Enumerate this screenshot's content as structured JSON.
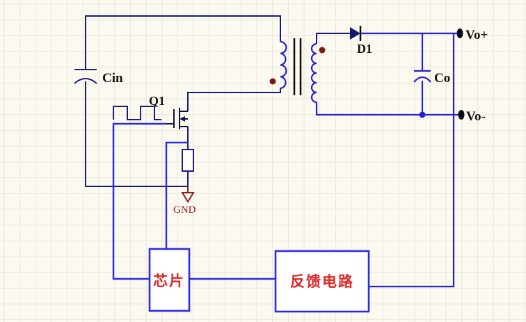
{
  "diagram": {
    "type": "flyback-converter-schematic",
    "labels": {
      "cin": "Cin",
      "q1": "Q1",
      "d1": "D1",
      "co": "Co",
      "vo_plus": "Vo+",
      "vo_minus": "Vo-",
      "gnd": "GND",
      "chip_box": "芯片",
      "feedback_box": "反馈电路"
    },
    "colors": {
      "background": "#fcf9f1",
      "grid_line": "#e9e6d8",
      "wire_navy": "#1b1b7e",
      "wire_blue": "#2222cc",
      "wire_bright": "#2a2ae8",
      "mosfet_dark": "#10103a",
      "core_black": "#0c0c0c",
      "diode_fill": "#15156e",
      "terminal_black": "#0a0a18",
      "component_label": "#141414",
      "box_label_red": "#e02525",
      "gnd_maroon": "#8b1d1d",
      "phase_dot": "#7a1818",
      "box_fill": "#ffffff"
    }
  }
}
